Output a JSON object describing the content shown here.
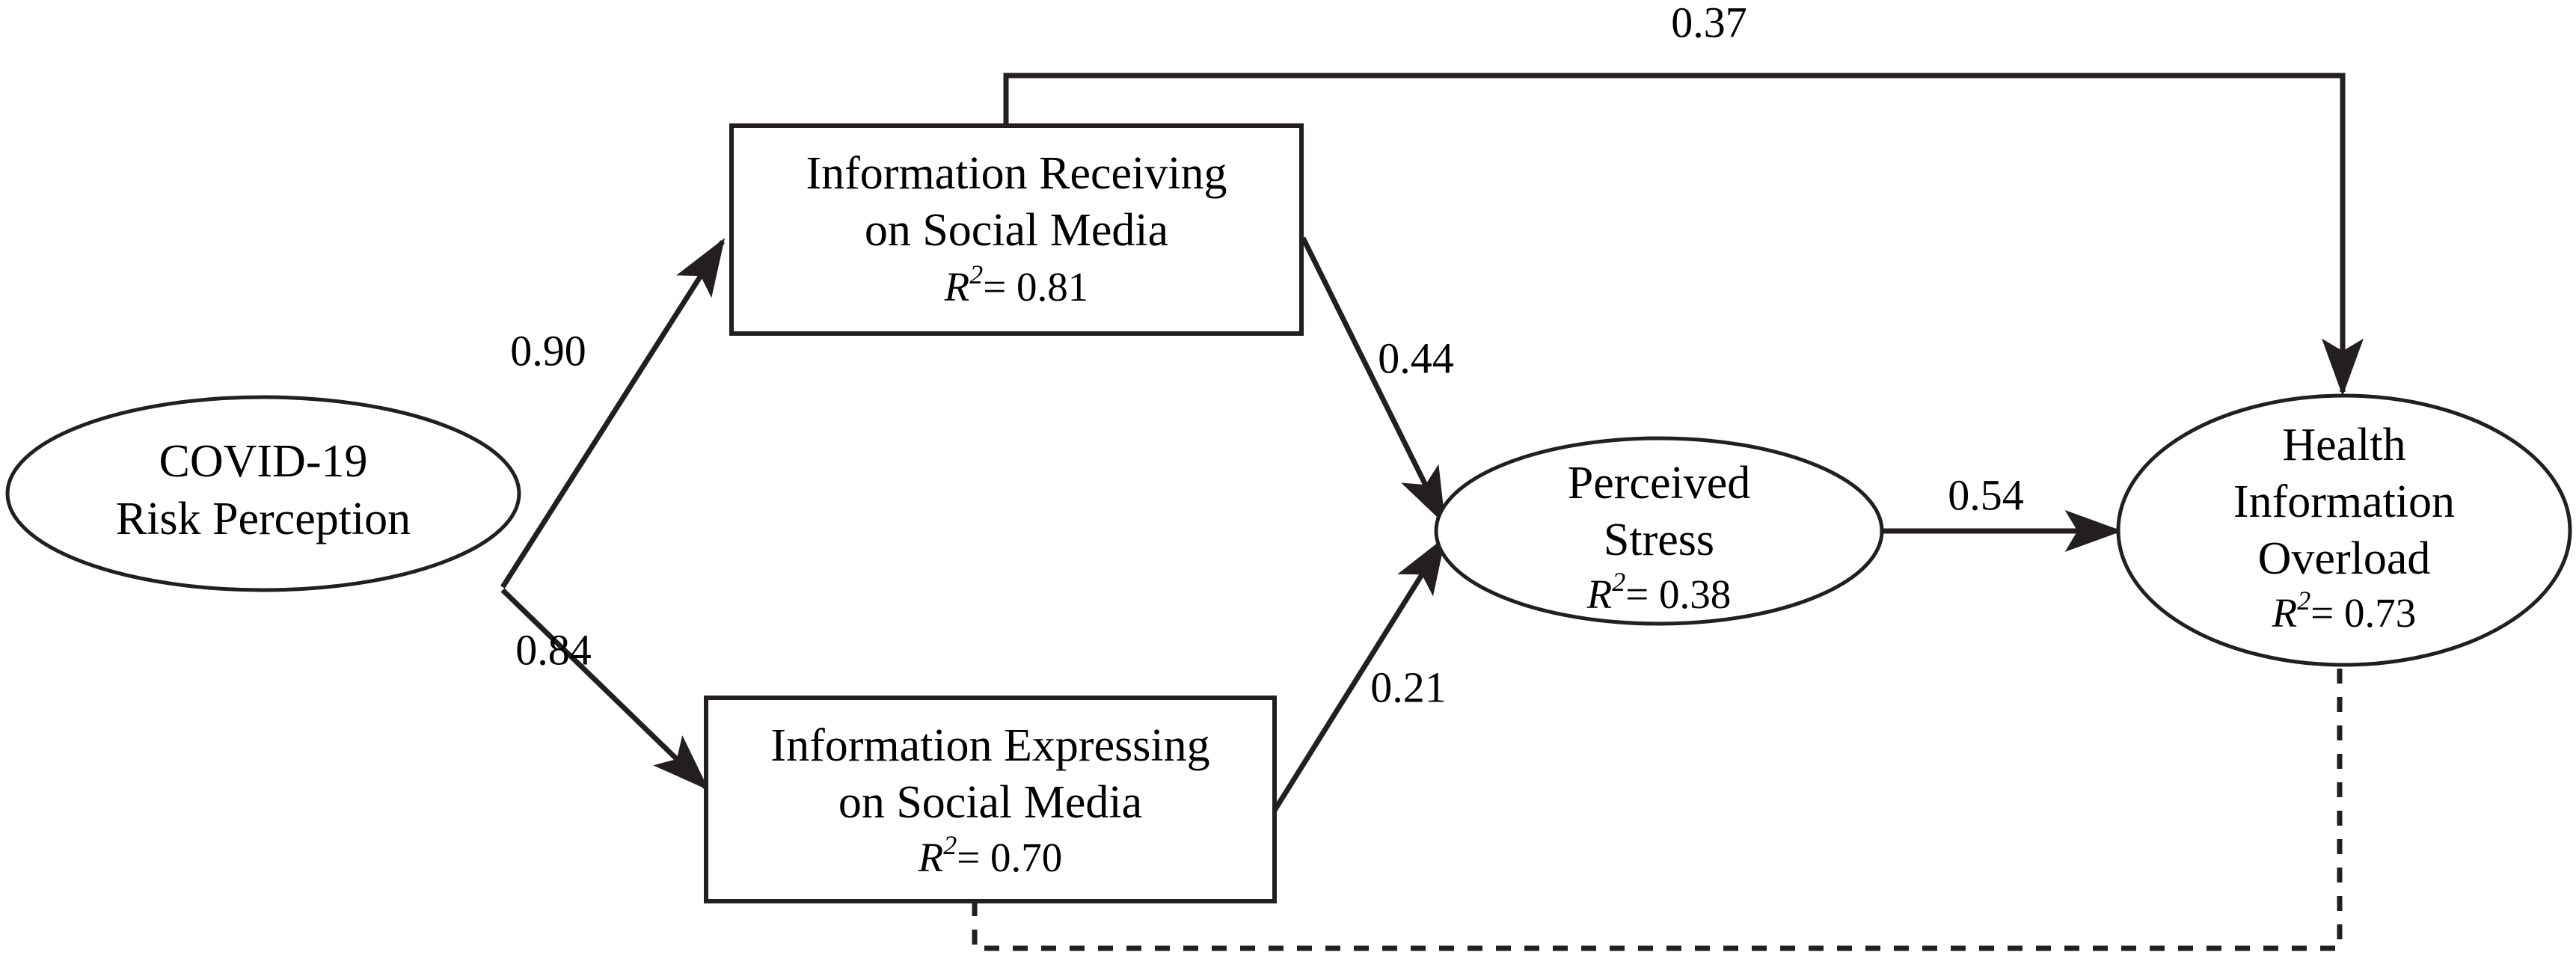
{
  "diagram": {
    "type": "structural-equation-model-path-diagram",
    "background_color": "#ffffff",
    "stroke_color": "#231f20",
    "nodes": [
      {
        "id": "covid_risk_perception",
        "shape": "ellipse",
        "lines": [
          "COVID-19",
          "Risk Perception"
        ],
        "r2": null,
        "r2_text": ""
      },
      {
        "id": "info_receiving",
        "shape": "rectangle",
        "lines": [
          "Information Receiving",
          "on Social Media"
        ],
        "r2": 0.81,
        "r2_text": "= 0.81"
      },
      {
        "id": "info_expressing",
        "shape": "rectangle",
        "lines": [
          "Information Expressing",
          "on Social Media"
        ],
        "r2": 0.7,
        "r2_text": "= 0.70"
      },
      {
        "id": "perceived_stress",
        "shape": "ellipse",
        "lines": [
          "Perceived",
          "Stress"
        ],
        "r2": 0.38,
        "r2_text": "= 0.38"
      },
      {
        "id": "health_info_overload",
        "shape": "ellipse",
        "lines": [
          "Health",
          "Information",
          "Overload"
        ],
        "r2": 0.73,
        "r2_text": "= 0.73"
      }
    ],
    "r2_symbol": "R",
    "r2_exponent": "2",
    "edges": [
      {
        "id": "covid_to_receiving",
        "from": "covid_risk_perception",
        "to": "info_receiving",
        "coefficient": "0.90",
        "style": "solid",
        "arrow": true
      },
      {
        "id": "covid_to_expressing",
        "from": "covid_risk_perception",
        "to": "info_expressing",
        "coefficient": "0.84",
        "style": "solid",
        "arrow": true
      },
      {
        "id": "receiving_to_stress",
        "from": "info_receiving",
        "to": "perceived_stress",
        "coefficient": "0.44",
        "style": "solid",
        "arrow": true
      },
      {
        "id": "expressing_to_stress",
        "from": "info_expressing",
        "to": "perceived_stress",
        "coefficient": "0.21",
        "style": "solid",
        "arrow": true
      },
      {
        "id": "stress_to_overload",
        "from": "perceived_stress",
        "to": "health_info_overload",
        "coefficient": "0.54",
        "style": "solid",
        "arrow": true
      },
      {
        "id": "receiving_to_overload",
        "from": "info_receiving",
        "to": "health_info_overload",
        "coefficient": "0.37",
        "style": "solid",
        "arrow": true
      },
      {
        "id": "expressing_to_overload",
        "from": "info_expressing",
        "to": "health_info_overload",
        "coefficient": "",
        "style": "dashed",
        "arrow": false
      }
    ]
  }
}
